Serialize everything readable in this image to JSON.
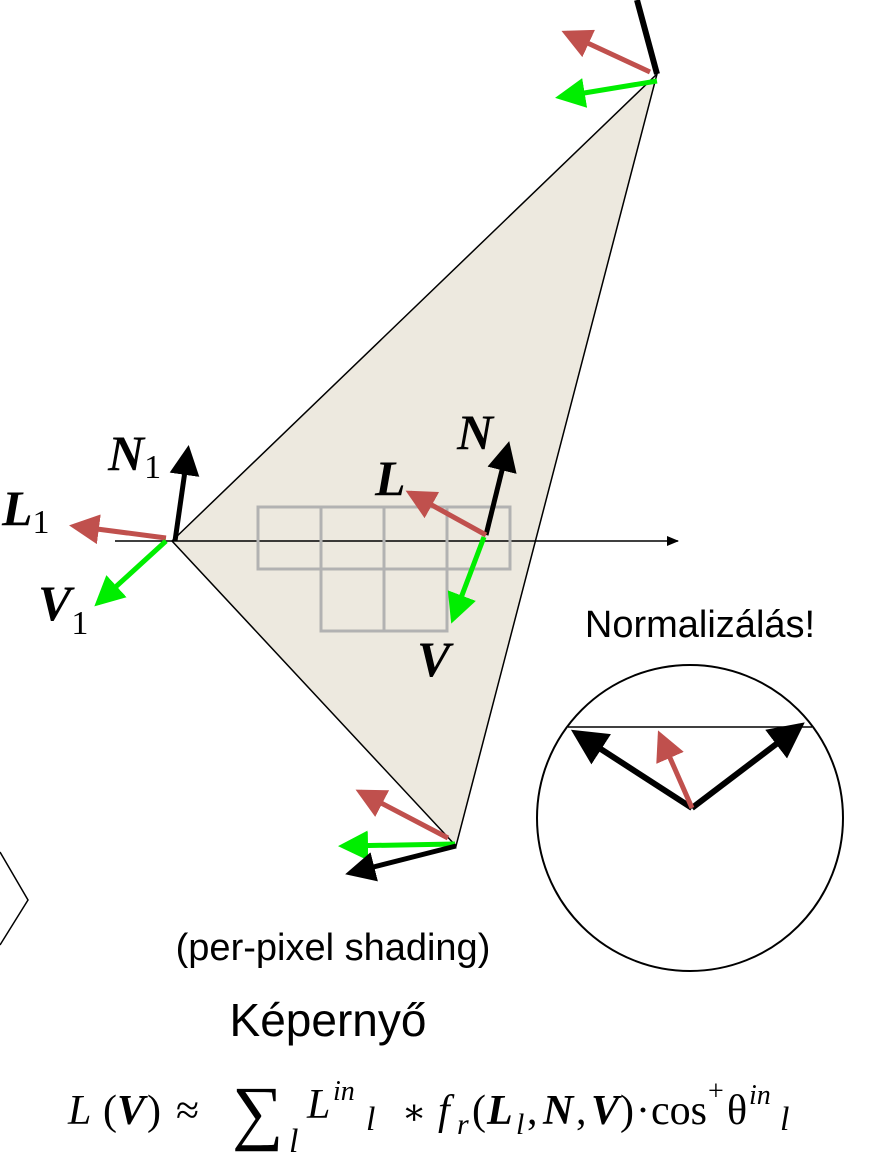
{
  "colors": {
    "triangle_fill": "#ede9df",
    "light_arrow": "#c0504d",
    "view_arrow": "#00ee00",
    "normal_arrow": "#000000",
    "pixel_grid": "#b2b2b2"
  },
  "vertex1": {
    "normal_label": "N",
    "normal_sub": "1",
    "light_label": "L",
    "light_sub": "1",
    "view_label": "V",
    "view_sub": "1"
  },
  "pixel": {
    "normal_label": "N",
    "light_label": "L",
    "view_label": "V"
  },
  "normalization_label": "Normalizálás!",
  "shading_note": "(per-pixel shading)",
  "screen_label": "Képernyő",
  "formula": {
    "lhs_L": "L",
    "lhs_V": "V",
    "approx": "≈",
    "sum": "∑",
    "sum_index": "l",
    "Lin_base": "L",
    "Lin_sup": "in",
    "Lin_sub": "l",
    "times": "∗",
    "fr": "f",
    "fr_sub": "r",
    "open": "(",
    "arg_L": "L",
    "arg_L_sub": "l",
    "comma1": ",",
    "arg_N": "N",
    "comma2": ",",
    "arg_V": "V",
    "close": ")",
    "dot": "·",
    "cos": "cos",
    "plus": "+",
    "theta": "θ",
    "theta_sup": "in",
    "theta_sub": "l"
  }
}
